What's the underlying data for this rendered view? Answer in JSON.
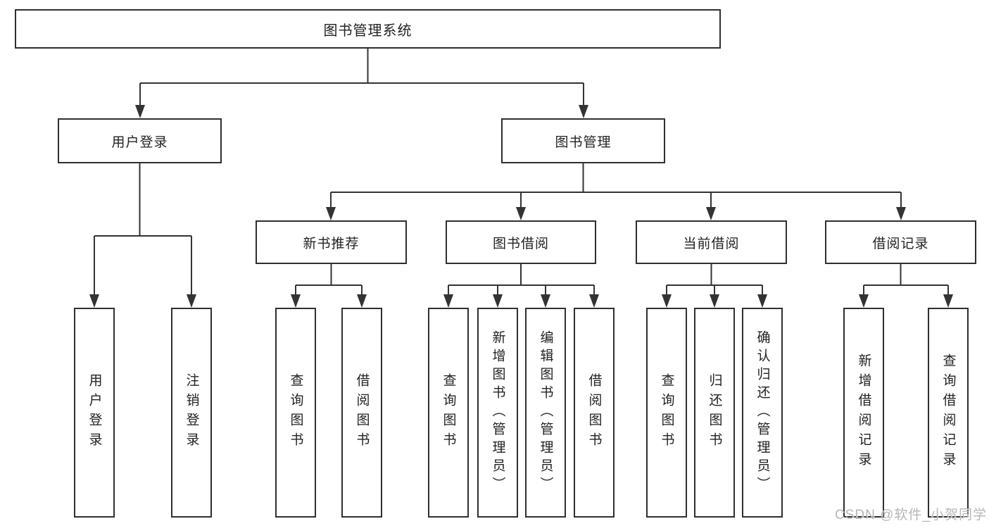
{
  "diagram": {
    "root": {
      "label": "图书管理系统"
    },
    "login_branch": {
      "label": "用户登录",
      "children": [
        {
          "label": "用户登录"
        },
        {
          "label": "注销登录"
        }
      ]
    },
    "mgmt_branch": {
      "label": "图书管理",
      "groups": [
        {
          "label": "新书推荐",
          "children": [
            {
              "label": "查询图书"
            },
            {
              "label": "借阅图书"
            }
          ]
        },
        {
          "label": "图书借阅",
          "children": [
            {
              "label": "查询图书"
            },
            {
              "label": "新增图书（管理员）"
            },
            {
              "label": "编辑图书（管理员）"
            },
            {
              "label": "借阅图书"
            }
          ]
        },
        {
          "label": "当前借阅",
          "children": [
            {
              "label": "查询图书"
            },
            {
              "label": "归还图书"
            },
            {
              "label": "确认归还（管理员）"
            }
          ]
        },
        {
          "label": "借阅记录",
          "children": [
            {
              "label": "新增借阅记录"
            },
            {
              "label": "查询借阅记录"
            }
          ]
        }
      ]
    }
  },
  "watermark": {
    "text": "CSDN @软件_小贺同学"
  },
  "colors": {
    "line": "#333333",
    "border": "#2f2f2f",
    "text": "#222222",
    "background": "#ffffff",
    "watermark": "#b6b6b6"
  }
}
